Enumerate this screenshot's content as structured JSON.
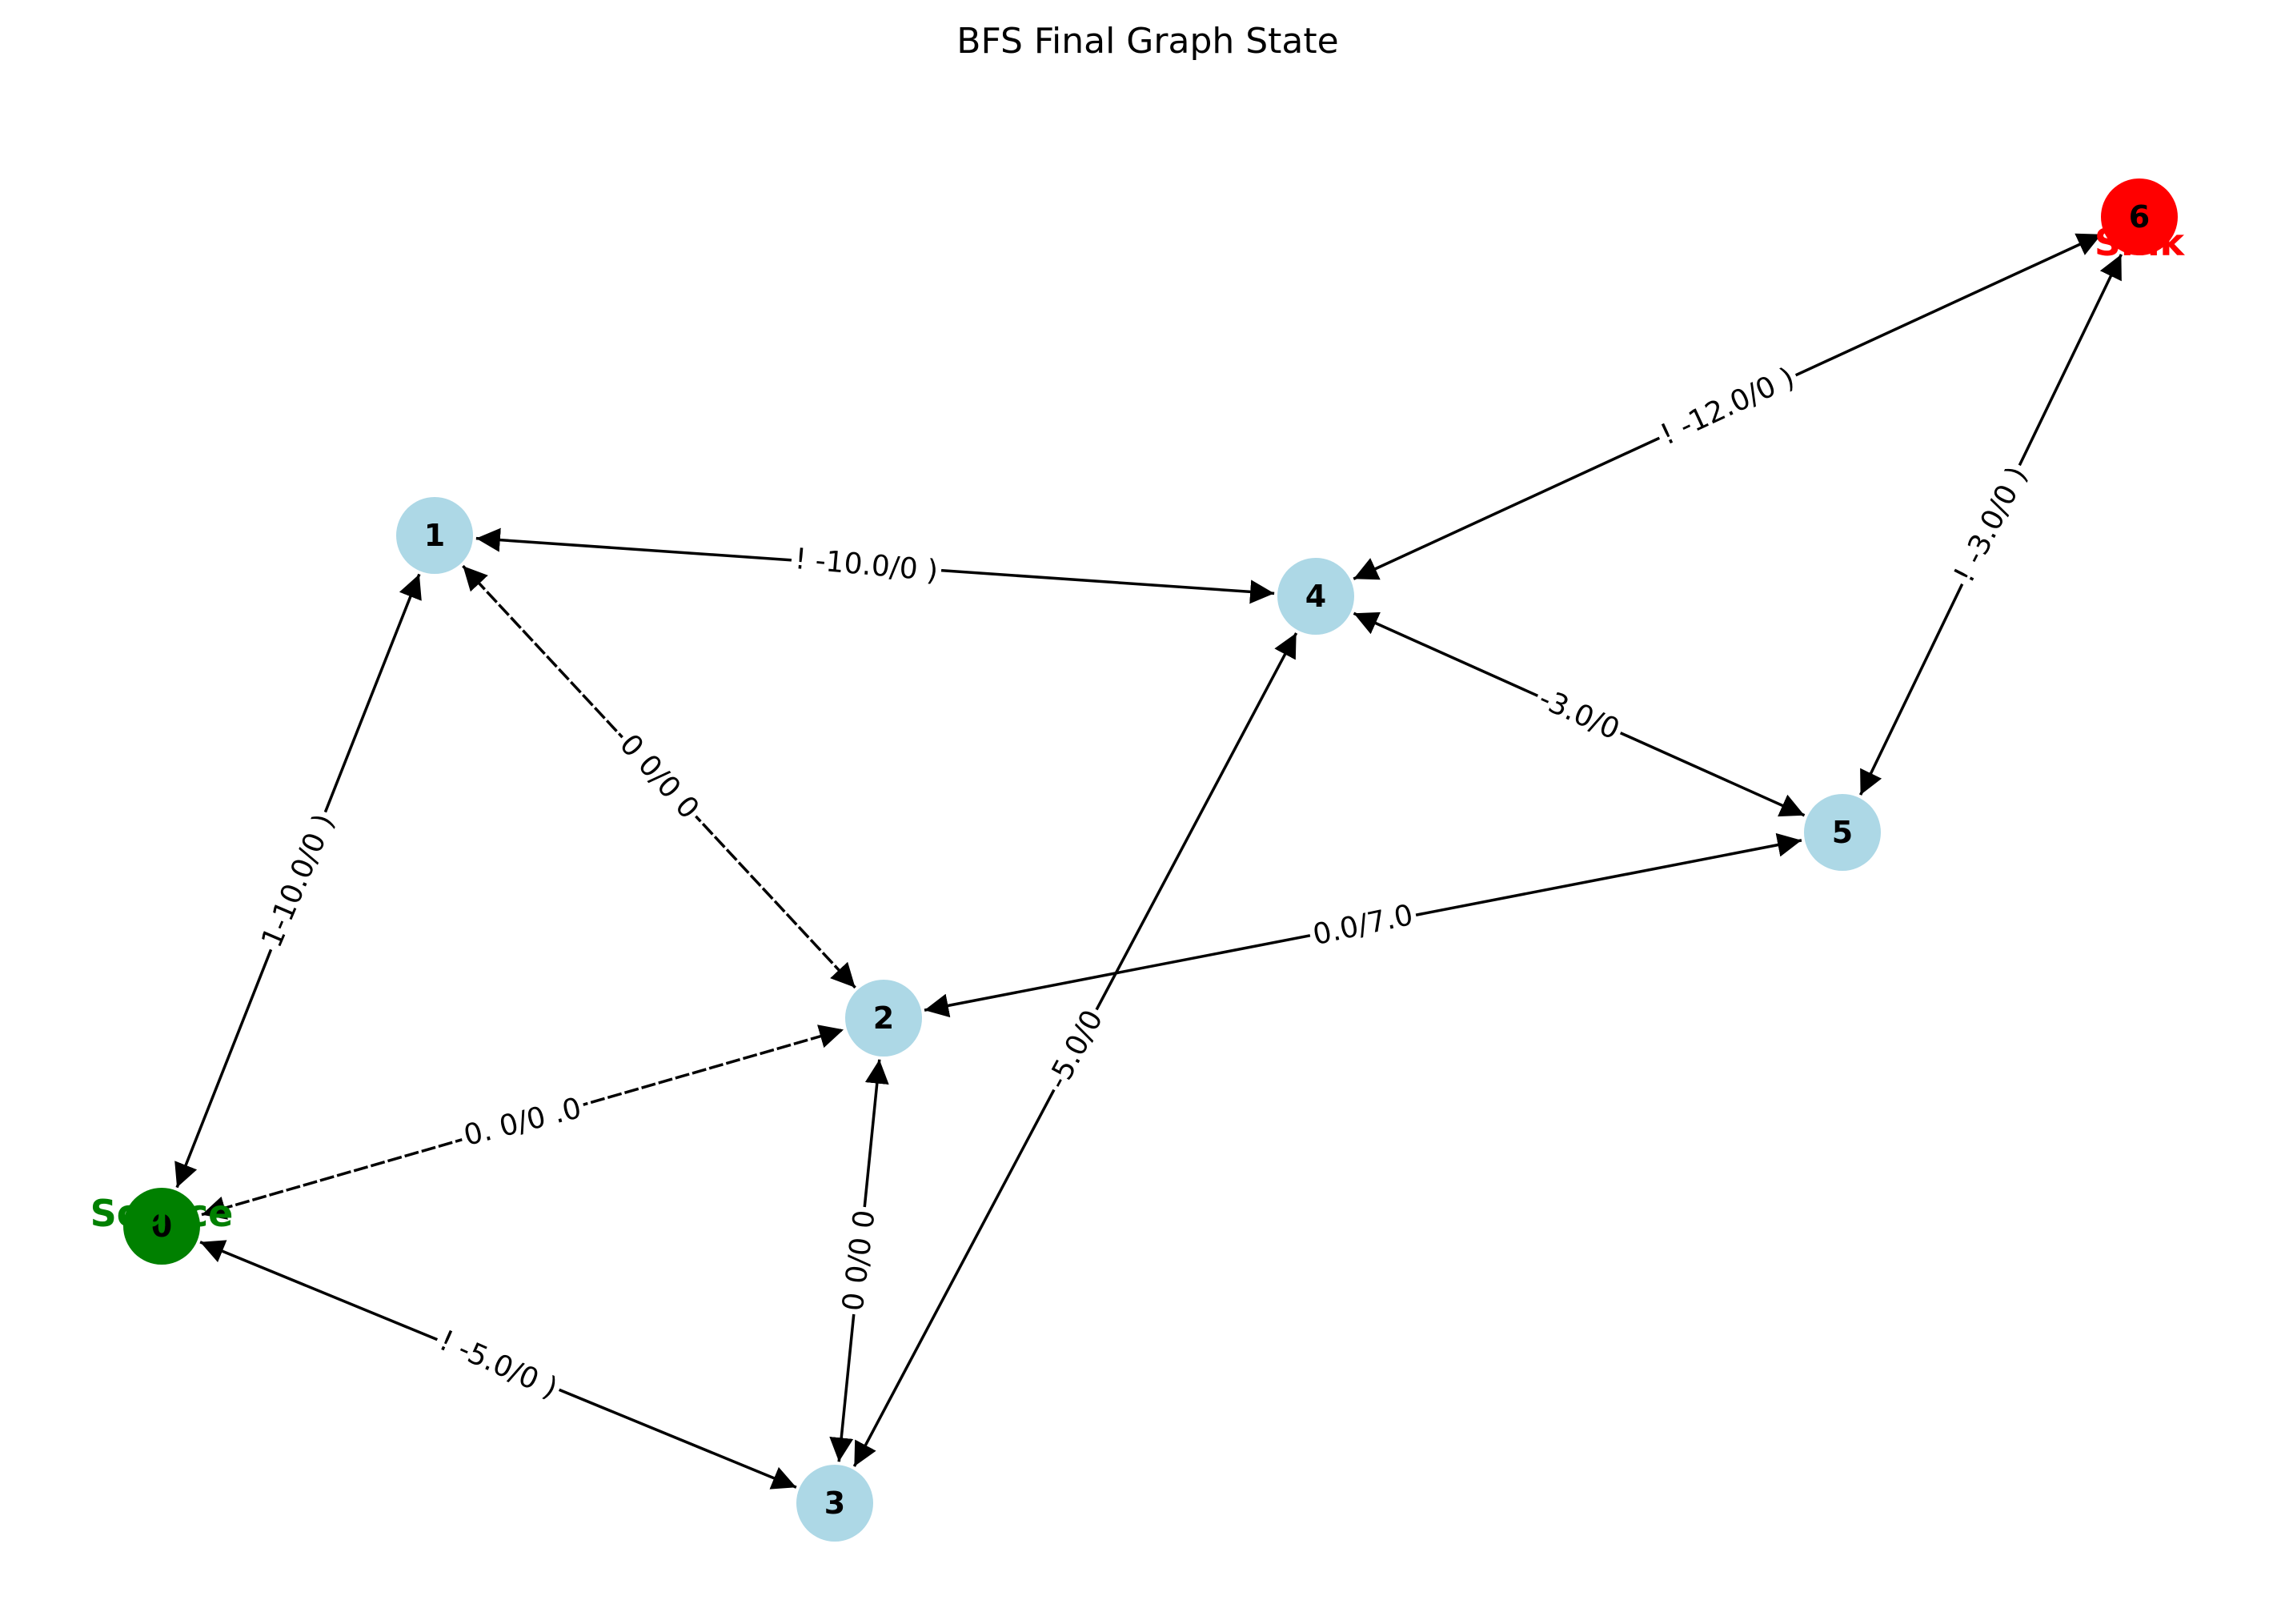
{
  "title": "BFS Final Graph State",
  "colors": {
    "node_default": "#add8e6",
    "source": "#008000",
    "sink": "#ff0000",
    "edge": "#000000"
  },
  "nodes": [
    {
      "id": "0",
      "role": "source"
    },
    {
      "id": "1",
      "role": "normal"
    },
    {
      "id": "2",
      "role": "normal"
    },
    {
      "id": "3",
      "role": "normal"
    },
    {
      "id": "4",
      "role": "normal"
    },
    {
      "id": "5",
      "role": "normal"
    },
    {
      "id": "6",
      "role": "sink"
    }
  ],
  "role_labels": {
    "source": "Source",
    "sink": "Sink"
  },
  "edges": [
    {
      "from": "0",
      "to": "1",
      "label": "1-10.0/0 )",
      "style": "solid"
    },
    {
      "from": "0",
      "to": "2",
      "label": "0. 0/0 .0",
      "style": "dashed"
    },
    {
      "from": "0",
      "to": "3",
      "label": "! -5.0/0 )",
      "style": "solid"
    },
    {
      "from": "1",
      "to": "4",
      "label": "! -10.0/0 )",
      "style": "solid"
    },
    {
      "from": "1",
      "to": "2",
      "label": "0 0/0 0",
      "style": "dashed"
    },
    {
      "from": "2",
      "to": "5",
      "label": "0.0/7.0",
      "style": "solid"
    },
    {
      "from": "2",
      "to": "3",
      "label": "0 0/0 0",
      "style": "solid"
    },
    {
      "from": "3",
      "to": "4",
      "label": "-5.0/0",
      "style": "solid"
    },
    {
      "from": "4",
      "to": "5",
      "label": "-3.0/0",
      "style": "solid"
    },
    {
      "from": "4",
      "to": "6",
      "label": "! -12.0/0 )",
      "style": "solid"
    },
    {
      "from": "5",
      "to": "6",
      "label": "! -3.0/0 )",
      "style": "solid"
    }
  ]
}
